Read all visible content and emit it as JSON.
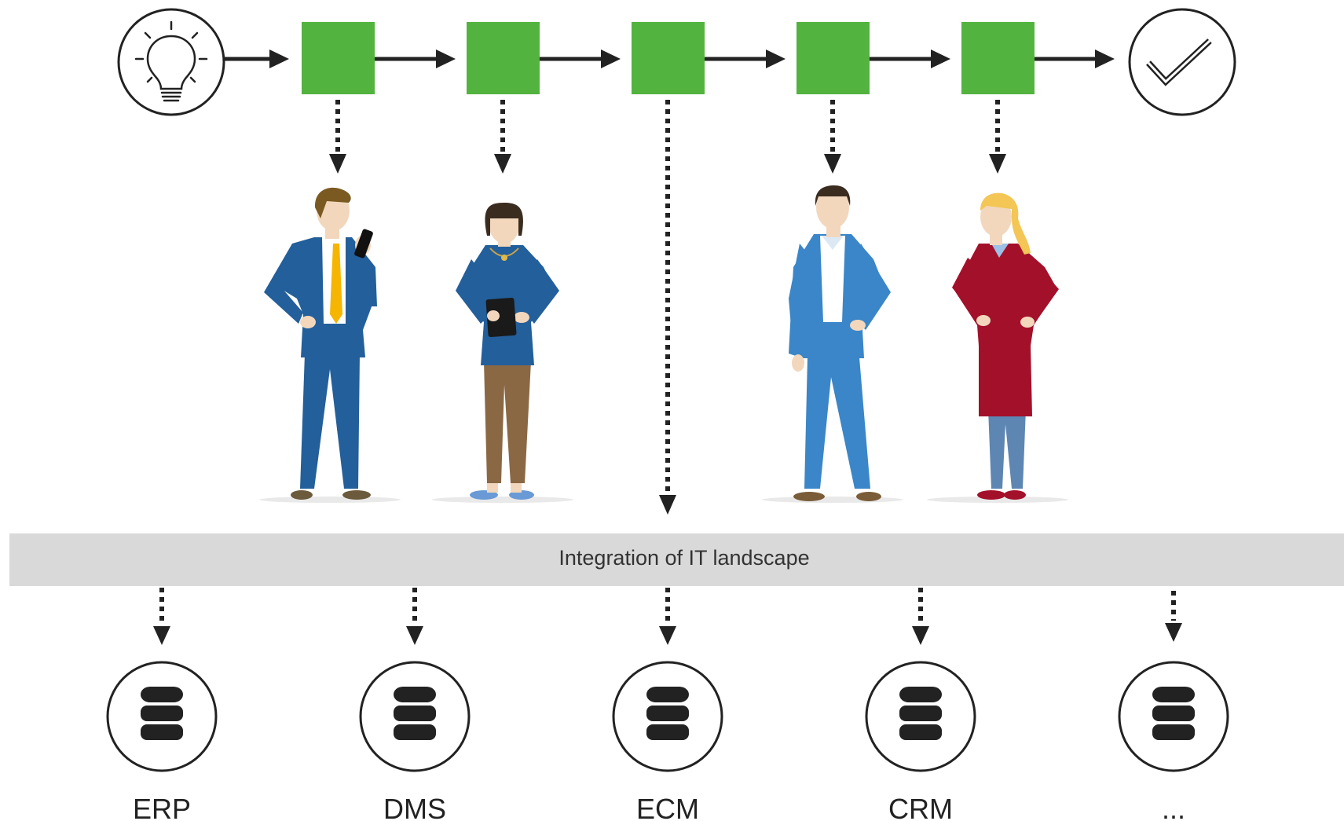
{
  "integration_band": {
    "label": "Integration of IT landscape"
  },
  "process": {
    "start_icon": "lightbulb-icon",
    "end_icon": "checkmark-icon",
    "step_color": "#53b33f",
    "steps": [
      {
        "id": "step-1",
        "target": "person-1"
      },
      {
        "id": "step-2",
        "target": "person-2"
      },
      {
        "id": "step-3",
        "target": "integration-band"
      },
      {
        "id": "step-4",
        "target": "person-3"
      },
      {
        "id": "step-5",
        "target": "person-4"
      }
    ]
  },
  "people": [
    {
      "id": "person-1",
      "description_icon": "businessman-with-phone-icon"
    },
    {
      "id": "person-2",
      "description_icon": "woman-with-tablet-icon"
    },
    {
      "id": "person-3",
      "description_icon": "businessman-icon"
    },
    {
      "id": "person-4",
      "description_icon": "businesswoman-icon"
    }
  ],
  "systems": [
    {
      "label": "ERP",
      "icon": "database-icon"
    },
    {
      "label": "DMS",
      "icon": "database-icon"
    },
    {
      "label": "ECM",
      "icon": "database-icon"
    },
    {
      "label": "CRM",
      "icon": "database-icon"
    },
    {
      "label": "...",
      "icon": "database-icon"
    }
  ],
  "colors": {
    "green": "#53b33f",
    "band": "#d9d9d9",
    "dark": "#222222",
    "navy_suit": "#235f9a",
    "blue_suit": "#3a86c8",
    "red_dress": "#a3102a",
    "tie_yellow": "#f6b500"
  }
}
